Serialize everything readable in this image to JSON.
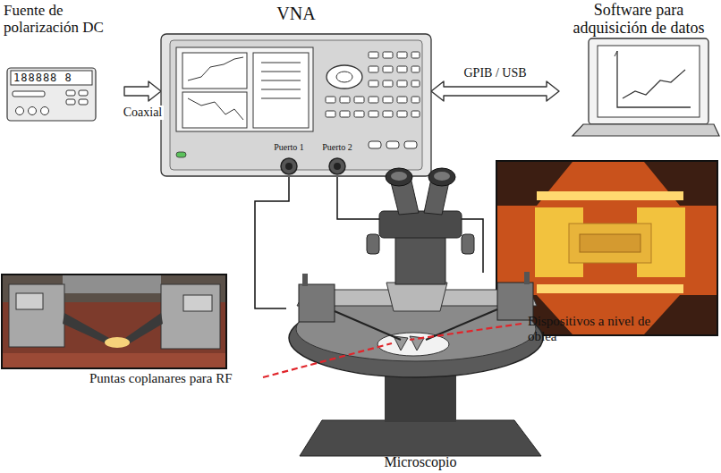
{
  "diagram": {
    "nodes": [
      {
        "text": [
          "Fuente de polarización DC"
        ]
      },
      {
        "text": [
          "VNA",
          "Puerto 1",
          "Puerto 2"
        ]
      },
      {
        "text": [
          "Software para adquisición de datos"
        ]
      },
      {
        "text": [
          "Microscopio"
        ]
      }
    ],
    "edges": [
      {
        "from": 0,
        "to": 1,
        "arrow": "to",
        "label": "Coaxial"
      },
      {
        "from": 1,
        "to": 2,
        "arrow": "both",
        "label": "GPIB / USB"
      },
      {
        "from": 1,
        "to": 3,
        "arrow": "none"
      },
      {
        "from": 1,
        "to": 3,
        "arrow": "none"
      }
    ],
    "labels": [
      "188888 8",
      "Dispositivos a nivel de oblea",
      "Puntas coplanares para RF"
    ]
  }
}
